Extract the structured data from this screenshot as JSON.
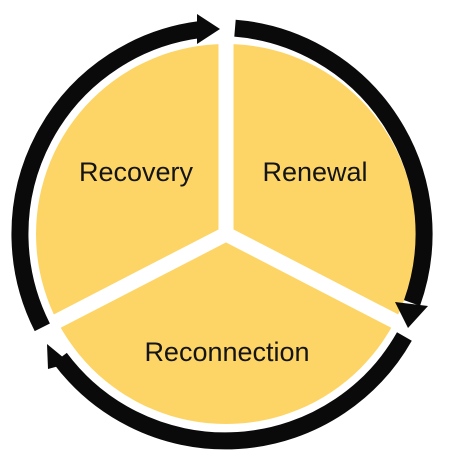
{
  "diagram": {
    "type": "cycle",
    "segments": [
      {
        "label": "Recovery"
      },
      {
        "label": "Renewal"
      },
      {
        "label": "Reconnection"
      }
    ],
    "colors": {
      "segment_fill": "#FDD566",
      "arrow": "#0A0A0A",
      "divider": "#FFFFFF",
      "text": "#141414"
    }
  }
}
